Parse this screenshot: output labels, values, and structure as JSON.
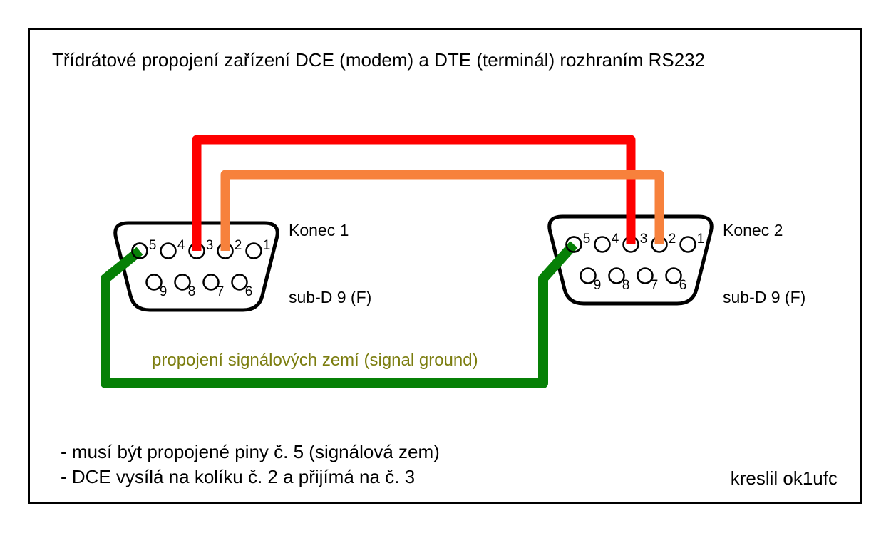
{
  "title": "Třídrátové propojení zařízení DCE (modem) a DTE (terminál) rozhraním RS232",
  "connector1": {
    "name": "Konec 1",
    "type": "sub-D 9 (F)",
    "pins_top": [
      "5",
      "4",
      "3",
      "2",
      "1"
    ],
    "pins_bottom": [
      "9",
      "8",
      "7",
      "6"
    ]
  },
  "connector2": {
    "name": "Konec 2",
    "type": "sub-D 9 (F)",
    "pins_top": [
      "5",
      "4",
      "3",
      "2",
      "1"
    ],
    "pins_bottom": [
      "9",
      "8",
      "7",
      "6"
    ]
  },
  "wires": {
    "red": {
      "color": "#fe0000",
      "connects": "Konec 1 pin 3 – Konec 2 pin 3"
    },
    "orange": {
      "color": "#f7813c",
      "connects": "Konec 1 pin 2 – Konec 2 pin 2"
    },
    "green": {
      "color": "#068006",
      "connects": "Konec 1 pin 5 – Konec 2 pin 5",
      "label": "propojení signálových zemí (signal ground)",
      "label_color": "#7b7d0f"
    }
  },
  "notes": {
    "line1": "- musí být propojené piny č. 5 (signálová zem)",
    "line2": "- DCE vysílá na kolíku č. 2 a přijímá na č. 3"
  },
  "credit": "kreslil ok1ufc"
}
